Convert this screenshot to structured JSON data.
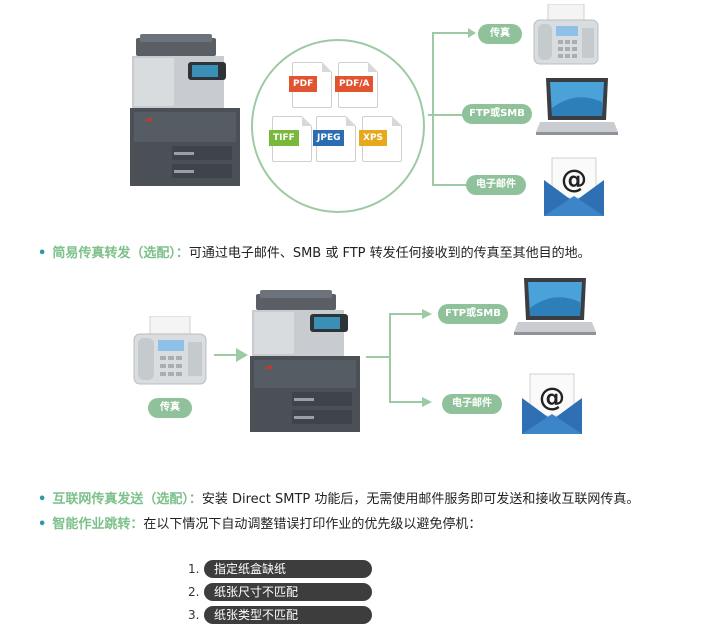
{
  "top_diagram": {
    "formats": [
      {
        "label": "PDF",
        "color": "#e2542f"
      },
      {
        "label": "PDF/A",
        "color": "#e2542f"
      },
      {
        "label": "TIFF",
        "color": "#79b83a"
      },
      {
        "label": "JPEG",
        "color": "#2a6db3"
      },
      {
        "label": "XPS",
        "color": "#e8a81e"
      }
    ],
    "destinations": [
      "传真",
      "FTP或SMB",
      "电子邮件"
    ]
  },
  "bullet1": {
    "title": "简易传真转发（选配）：",
    "text": "可通过电子邮件、SMB 或 FTP 转发任何接收到的传真至其他目的地。"
  },
  "bottom_diagram": {
    "source": "传真",
    "destinations": [
      "FTP或SMB",
      "电子邮件"
    ]
  },
  "bullet2": {
    "title": "互联网传真发送（选配）：",
    "text": "安装 Direct SMTP 功能后，无需使用邮件服务即可发送和接收互联网传真。"
  },
  "bullet3": {
    "title": "智能作业跳转：",
    "text": "在以下情况下自动调整错误打印作业的优先级以避免停机："
  },
  "conditions": [
    {
      "num": "1.",
      "label": "指定纸盒缺纸"
    },
    {
      "num": "2.",
      "label": "纸张尺寸不匹配"
    },
    {
      "num": "3.",
      "label": "纸张类型不匹配"
    }
  ],
  "colors": {
    "accent_green": "#8fc29a",
    "bullet_teal": "#2f9aa5",
    "dark_box": "#3d3d3d"
  }
}
